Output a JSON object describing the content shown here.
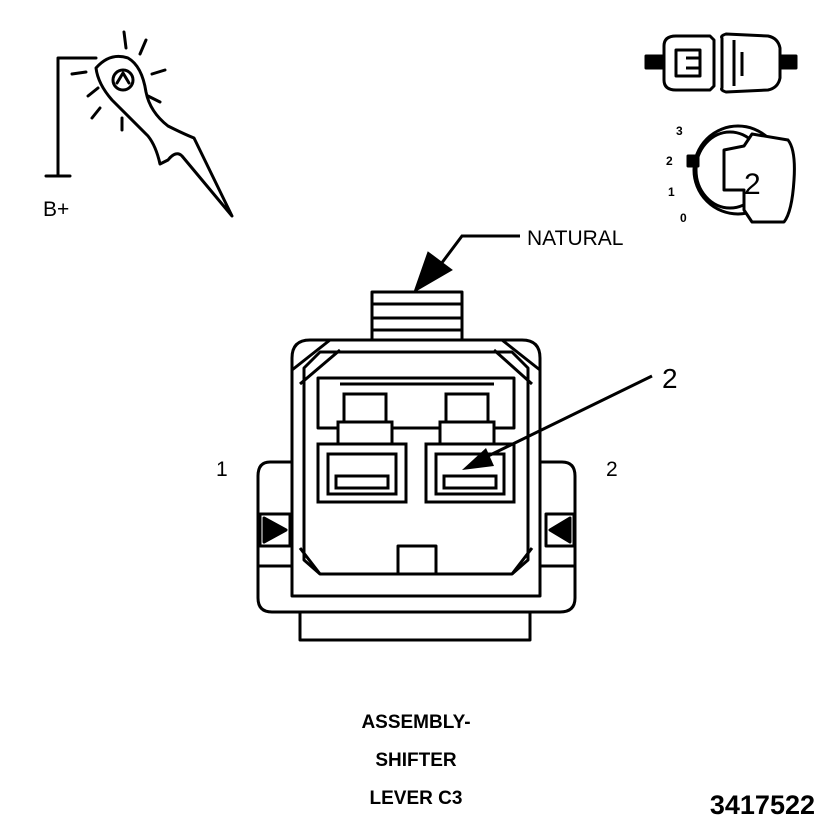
{
  "probe_icon": {
    "label": "B+"
  },
  "key_icon": {
    "positions": [
      "3",
      "2",
      "1",
      "0"
    ],
    "selected": "2"
  },
  "connector": {
    "color_label": "NATURAL",
    "cavity_left": "1",
    "cavity_right": "2",
    "callout": "2"
  },
  "title_lines": [
    "ASSEMBLY-",
    "SHIFTER",
    "LEVER C3"
  ],
  "figure_number": "3417522",
  "colors": {
    "ink": "#000000",
    "paper": "#ffffff"
  }
}
